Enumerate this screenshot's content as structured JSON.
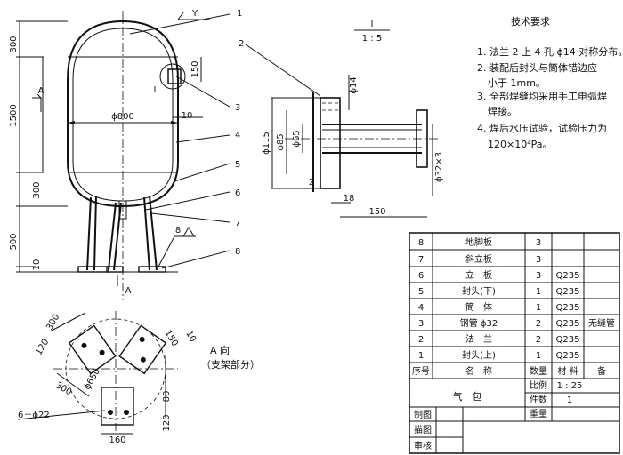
{
  "section_label": "I",
  "section_scale": "1 : 5",
  "view_marks": {
    "y": "Y",
    "a1": "A",
    "a2": "A",
    "i": "I"
  },
  "view_a_title": "A 向",
  "view_a_subtitle": "（支架部分）",
  "weld_mark": "8",
  "balloons": [
    "1",
    "2",
    "3",
    "4",
    "5",
    "6",
    "7",
    "8"
  ],
  "dims_main": {
    "d300_top": "300",
    "d1500": "1500",
    "d300_bot": "300",
    "d500": "500",
    "d10_left": "10",
    "d150": "150",
    "d800": "ϕ800",
    "d10": "10"
  },
  "dims_detail": {
    "d14": "ϕ14",
    "d115": "ϕ115",
    "d85": "ϕ85",
    "d65": "ϕ65",
    "d32": "ϕ32×3",
    "d2": "2",
    "d18": "18",
    "d150": "150"
  },
  "dims_view_a": {
    "d300a": "300",
    "d120": "120",
    "d300b": "300",
    "d650": "ϕ650",
    "d622": "6－ϕ22",
    "d150": "150",
    "d10": "10",
    "d80": "80",
    "d120b": "120",
    "d160": "160"
  },
  "tech": {
    "title": "技术要求",
    "items": [
      "1. 法兰 2 上 4 孔 ϕ14 对称分布。",
      "2. 装配后封头与筒体错边应",
      "小于 1mm。",
      "3. 全部焊缝均采用手工电弧焊",
      "焊接。",
      "4. 焊后水压试验，试验压力为",
      "120×10⁴Pa。"
    ]
  },
  "bom": {
    "rows": [
      {
        "no": "8",
        "name": "地脚板",
        "qty": "3",
        "mat": "",
        "note": ""
      },
      {
        "no": "7",
        "name": "斜立板",
        "qty": "3",
        "mat": "",
        "note": ""
      },
      {
        "no": "6",
        "name": "立　板",
        "qty": "3",
        "mat": "Q235",
        "note": ""
      },
      {
        "no": "5",
        "name": "封头(下)",
        "qty": "1",
        "mat": "Q235",
        "note": ""
      },
      {
        "no": "4",
        "name": "筒　体",
        "qty": "1",
        "mat": "Q235",
        "note": ""
      },
      {
        "no": "3",
        "name": "钢管 ϕ32",
        "qty": "2",
        "mat": "Q235",
        "note": "无缝管"
      },
      {
        "no": "2",
        "name": "法　兰",
        "qty": "2",
        "mat": "Q235",
        "note": ""
      },
      {
        "no": "1",
        "name": "封头(上)",
        "qty": "1",
        "mat": "Q235",
        "note": ""
      }
    ],
    "header": {
      "no": "序号",
      "name": "名　称",
      "qty": "数量",
      "mat": "材 料",
      "note": "备"
    }
  },
  "title_block": {
    "name": "气　包",
    "scale_label": "比例",
    "scale_value": "1 : 25",
    "count_label": "件数",
    "count_value": "1",
    "weight_label": "重量",
    "drawn": "制图",
    "traced": "描图",
    "checked": "审核"
  }
}
